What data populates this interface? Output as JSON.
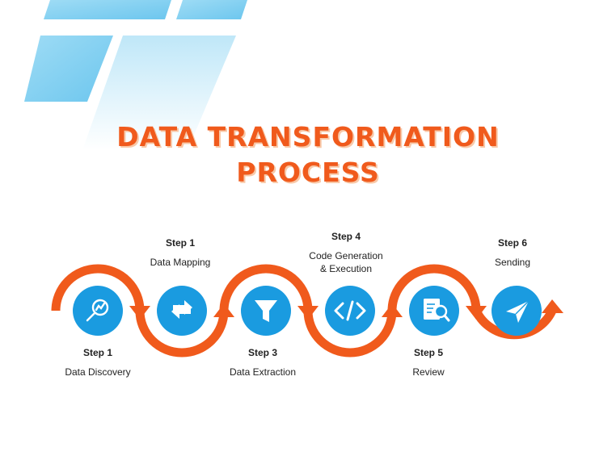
{
  "title": {
    "line1": "DATA TRANSFORMATION",
    "line2": "PROCESS"
  },
  "colors": {
    "accent": "#f05a1c",
    "icon_circle": "#1a9be0",
    "decor": "#7fcdf0"
  },
  "steps": [
    {
      "number": "Step 1",
      "label": "Data Discovery",
      "icon": "magnifier-chart-icon"
    },
    {
      "number": "Step 1",
      "label": "Data Mapping",
      "icon": "swap-arrows-icon"
    },
    {
      "number": "Step 3",
      "label": "Data Extraction",
      "icon": "funnel-icon"
    },
    {
      "number": "Step 4",
      "label": "Code Generation & Execution",
      "icon": "code-brackets-icon"
    },
    {
      "number": "Step 5",
      "label": "Review",
      "icon": "document-search-icon"
    },
    {
      "number": "Step 6",
      "label": "Sending",
      "icon": "paper-plane-icon"
    }
  ]
}
